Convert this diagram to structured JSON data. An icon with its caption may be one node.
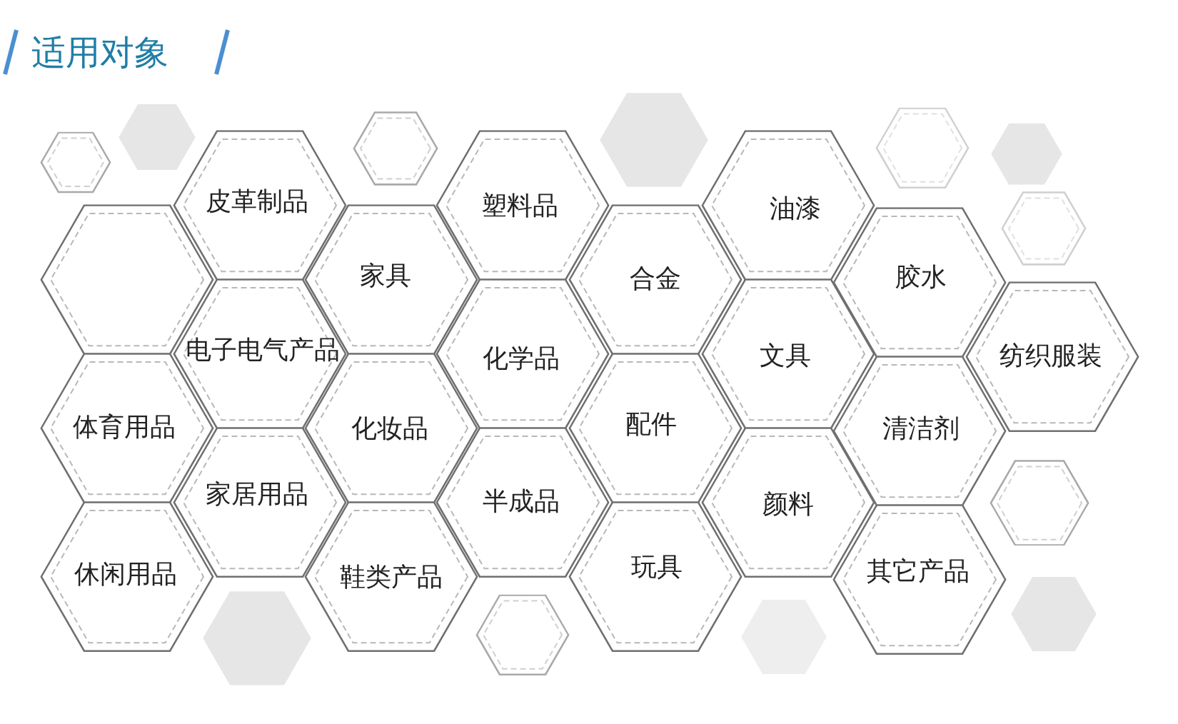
{
  "diagram": {
    "title": "适用对象",
    "nodes": [
      {
        "text": [],
        "shape": "hexagon"
      },
      {
        "text": [],
        "shape": "hexagon"
      },
      {
        "text": [],
        "shape": "hexagon"
      },
      {
        "text": [],
        "shape": "hexagon"
      },
      {
        "text": [],
        "shape": "hexagon"
      },
      {
        "text": [],
        "shape": "hexagon"
      },
      {
        "text": [
          "皮革制品"
        ]
      },
      {
        "text": [
          "塑料品"
        ]
      },
      {
        "text": [
          "油漆"
        ]
      },
      {
        "text": [],
        "shape": "hexagon"
      },
      {
        "text": [],
        "shape": "hexagon"
      },
      {
        "text": [
          "家具"
        ]
      },
      {
        "text": [
          "合金"
        ]
      },
      {
        "text": [
          "胶水"
        ]
      },
      {
        "text": [
          "电子电气产品"
        ]
      },
      {
        "text": [
          "化学品"
        ]
      },
      {
        "text": [
          "文具"
        ]
      },
      {
        "text": [
          "纺织服装"
        ]
      },
      {
        "text": [
          "体育用品"
        ]
      },
      {
        "text": [
          "化妆品"
        ]
      },
      {
        "text": [
          "配件"
        ]
      },
      {
        "text": [
          "清洁剂"
        ]
      },
      {
        "text": [
          "家居用品"
        ]
      },
      {
        "text": [
          "半成品"
        ]
      },
      {
        "text": [
          "颜料"
        ]
      },
      {
        "text": [],
        "shape": "hexagon"
      },
      {
        "text": [
          "休闲用品"
        ]
      },
      {
        "text": [
          "鞋类产品"
        ]
      },
      {
        "text": [
          "玩具"
        ]
      },
      {
        "text": [
          "其它产品"
        ]
      },
      {
        "text": [],
        "shape": "hexagon"
      },
      {
        "text": [],
        "shape": "hexagon"
      },
      {
        "text": [],
        "shape": "hexagon"
      },
      {
        "text": [],
        "shape": "hexagon"
      }
    ]
  }
}
